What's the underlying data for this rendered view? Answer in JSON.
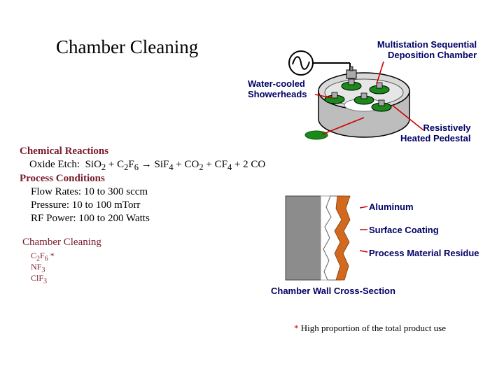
{
  "title": "Chamber Cleaning",
  "labels": {
    "multistation_line1": "Multistation Sequential",
    "multistation_line2": "Deposition Chamber",
    "showerheads_line1": "Water-cooled",
    "showerheads_line2": "Showerheads",
    "pedestal_line1": "Resistively",
    "pedestal_line2": "Heated Pedestal",
    "aluminum": "Aluminum",
    "surface_coating": "Surface Coating",
    "process_residue": "Process Material Residue",
    "wall_cross_section": "Chamber Wall Cross-Section"
  },
  "reactions": {
    "heading": "Chemical Reactions",
    "oxide_etch_prefix": "Oxide Etch:",
    "equation": {
      "t1": "SiO",
      "s1": "2",
      "t2": " + C",
      "s2": "2",
      "t3": "F",
      "s3": "6",
      "arrow": " → ",
      "t4": "SiF",
      "s4": "4",
      "t5": " + CO",
      "s5": "2",
      "t6": " + CF",
      "s6": "4",
      "t7": " + 2 CO"
    }
  },
  "process": {
    "heading": "Process Conditions",
    "flow_rates": "Flow Rates:  10 to 300 sccm",
    "pressure": "Pressure:  10 to 100 mTorr",
    "rf_power": "RF Power:  100 to 200 Watts"
  },
  "cleaning": {
    "heading": "Chamber Cleaning",
    "gas1": {
      "t1": "C",
      "s1": "2",
      "t2": "F",
      "s2": "6",
      "mark": " *"
    },
    "gas2": {
      "t1": "NF",
      "s1": "3"
    },
    "gas3": {
      "t1": "ClF",
      "s1": "3"
    }
  },
  "footnote": {
    "mark": "*",
    "text": " High proportion of the total product use"
  },
  "icons": [
    "ac-source-icon"
  ],
  "colors": {
    "heading_maroon": "#7a1a2b",
    "label_navy": "#000066",
    "arrow_red": "#cc0000",
    "showerhead_green": "#1a8a1a",
    "chamber_gray": "#c8c8c8",
    "wall_gray": "#8c8c8c",
    "coating_orange": "#d2691e"
  }
}
